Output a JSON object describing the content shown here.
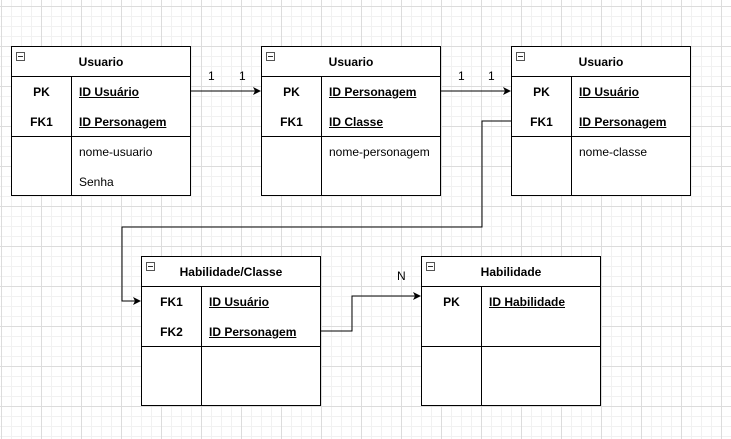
{
  "tables": {
    "usuario1": {
      "title": "Usuario",
      "keys": [
        {
          "type": "PK",
          "name": "ID Usuário"
        },
        {
          "type": "FK1",
          "name": "ID Personagem"
        }
      ],
      "attributes": [
        "nome-usuario",
        "Senha"
      ]
    },
    "usuario2": {
      "title": "Usuario",
      "keys": [
        {
          "type": "PK",
          "name": "ID Personagem"
        },
        {
          "type": "FK1",
          "name": "ID Classe"
        }
      ],
      "attributes": [
        "nome-personagem"
      ]
    },
    "usuario3": {
      "title": "Usuario",
      "keys": [
        {
          "type": "PK",
          "name": "ID Usuário"
        },
        {
          "type": "FK1",
          "name": "ID Personagem"
        }
      ],
      "attributes": [
        "nome-classe"
      ]
    },
    "habilidade_classe": {
      "title": "Habilidade/Classe",
      "keys": [
        {
          "type": "FK1",
          "name": "ID Usuário"
        },
        {
          "type": "FK2",
          "name": "ID Personagem"
        }
      ],
      "attributes": []
    },
    "habilidade": {
      "title": "Habilidade",
      "keys": [
        {
          "type": "PK",
          "name": "ID Habilidade"
        }
      ],
      "attributes": []
    }
  },
  "relations": {
    "r1": {
      "source_card": "1",
      "target_card": "1"
    },
    "r2": {
      "source_card": "1",
      "target_card": "1"
    },
    "r4": {
      "target_card": "N"
    }
  }
}
